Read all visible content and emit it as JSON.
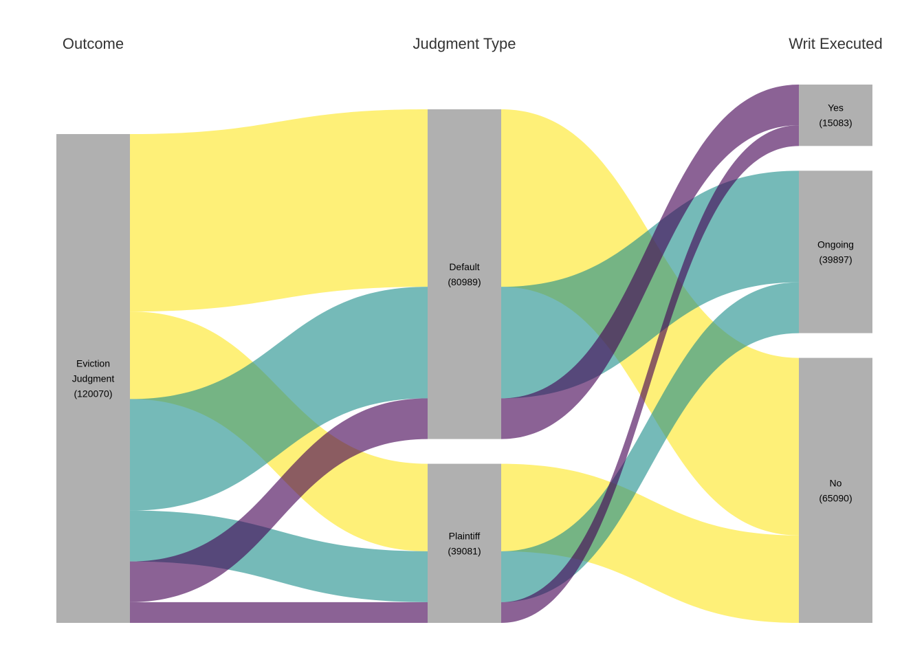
{
  "chart_data": {
    "type": "sankey",
    "title": "",
    "axes": [
      {
        "key": "outcome",
        "label": "Outcome"
      },
      {
        "key": "judgment",
        "label": "Judgment Type"
      },
      {
        "key": "writ",
        "label": "Writ Executed"
      }
    ],
    "nodes": {
      "outcome": [
        {
          "id": "eviction",
          "lines": [
            "Eviction",
            "Judgment",
            "(120070)"
          ],
          "value": 120070
        }
      ],
      "judgment": [
        {
          "id": "default",
          "lines": [
            "Default",
            "(80989)"
          ],
          "value": 80989
        },
        {
          "id": "plaintiff",
          "lines": [
            "Plaintiff",
            "(39081)"
          ],
          "value": 39081
        }
      ],
      "writ": [
        {
          "id": "yes",
          "lines": [
            "Yes",
            "(15083)"
          ],
          "value": 15083
        },
        {
          "id": "ongoing",
          "lines": [
            "Ongoing",
            "(39897)"
          ],
          "value": 39897
        },
        {
          "id": "no",
          "lines": [
            "No",
            "(65090)"
          ],
          "value": 65090
        }
      ]
    },
    "alluvia": [
      {
        "judgment": "default",
        "writ": "no",
        "value": 43600,
        "color": "yellow"
      },
      {
        "judgment": "plaintiff",
        "writ": "no",
        "value": 21490,
        "color": "yellow"
      },
      {
        "judgment": "default",
        "writ": "ongoing",
        "value": 27400,
        "color": "teal"
      },
      {
        "judgment": "plaintiff",
        "writ": "ongoing",
        "value": 12497,
        "color": "teal"
      },
      {
        "judgment": "default",
        "writ": "yes",
        "value": 9989,
        "color": "purple"
      },
      {
        "judgment": "plaintiff",
        "writ": "yes",
        "value": 5094,
        "color": "purple"
      }
    ],
    "order": {
      "outcome": [
        "yellow|default",
        "yellow|plaintiff",
        "teal|default",
        "teal|plaintiff",
        "purple|default",
        "purple|plaintiff"
      ],
      "judgment_in": [
        "yellow",
        "teal",
        "purple"
      ],
      "judgment_out": [
        "no",
        "ongoing",
        "yes"
      ],
      "writ_in": [
        "default",
        "plaintiff"
      ]
    },
    "colors": {
      "yellow": "#FDE725",
      "teal": "#21908C",
      "purple": "#440154",
      "node_fill": "#B0B0B0"
    },
    "flow_opacity": 0.62
  }
}
